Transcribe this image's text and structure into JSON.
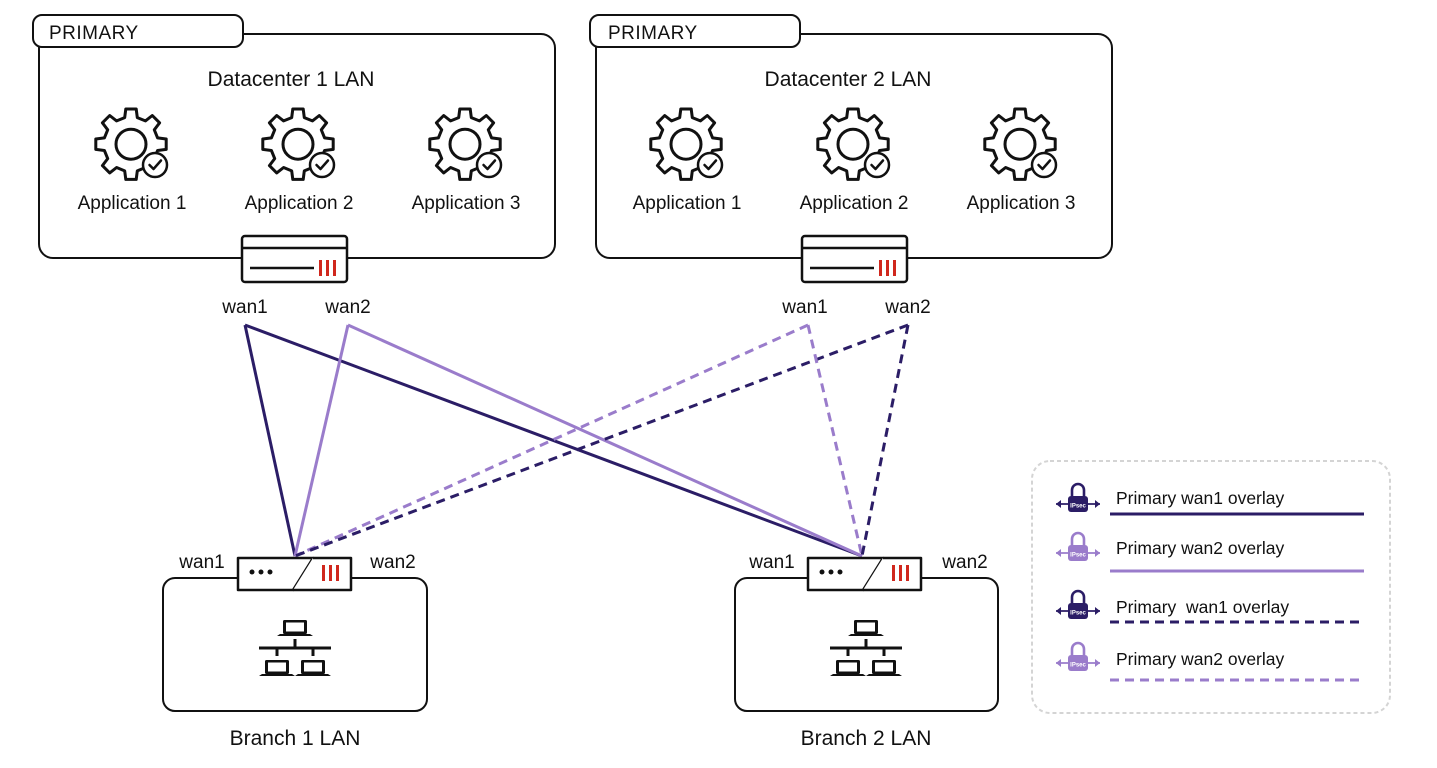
{
  "colors": {
    "wan1": "#2b1d66",
    "wan2": "#9a7ccb",
    "fortinet_red": "#d0271d",
    "outline": "#111111",
    "legend_border": "#d4d4d4"
  },
  "datacenters": [
    {
      "tag": "PRIMARY",
      "title": "Datacenter 1 LAN",
      "apps": [
        "Application 1",
        "Application 2",
        "Application 3"
      ],
      "app_icon": "gear-check-icon",
      "firewall_icon": "firewall-appliance-icon",
      "wan1": "wan1",
      "wan2": "wan2"
    },
    {
      "tag": "PRIMARY",
      "title": "Datacenter 2 LAN",
      "apps": [
        "Application 1",
        "Application 2",
        "Application 3"
      ],
      "app_icon": "gear-check-icon",
      "firewall_icon": "firewall-appliance-icon",
      "wan1": "wan1",
      "wan2": "wan2"
    }
  ],
  "branches": [
    {
      "title": "Branch 1 LAN",
      "wan1": "wan1",
      "wan2": "wan2",
      "lan_icon": "network-computers-icon",
      "device_icon": "branch-fortigate-icon"
    },
    {
      "title": "Branch 2 LAN",
      "wan1": "wan1",
      "wan2": "wan2",
      "lan_icon": "network-computers-icon",
      "device_icon": "branch-fortigate-icon"
    }
  ],
  "legend": {
    "icon": "ipsec-lock-icon",
    "icon_text": "IPsec",
    "items": [
      {
        "label": "Primary wan1 overlay",
        "color": "#2b1d66",
        "style": "solid"
      },
      {
        "label": "Primary wan2 overlay",
        "color": "#9a7ccb",
        "style": "solid"
      },
      {
        "label": "Primary  wan1 overlay",
        "color": "#2b1d66",
        "style": "dashed"
      },
      {
        "label": "Primary wan2 overlay",
        "color": "#9a7ccb",
        "style": "dashed"
      }
    ]
  }
}
